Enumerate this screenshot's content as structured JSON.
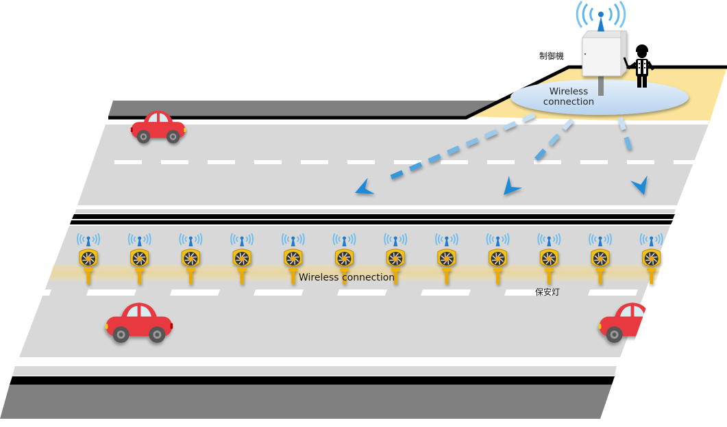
{
  "labels": {
    "controller": "制御機",
    "controller_wireless_line1": "Wireless",
    "controller_wireless_line2": "connection",
    "lights_wireless": "Wireless connection",
    "safety_light": "保安灯"
  },
  "colors": {
    "road": "#d8d8d8",
    "shoulder": "#808080",
    "curb": "#000000",
    "lane_marking": "#ffffff",
    "sidewalk": "#fbe49a",
    "signal_blue": "#1a8ad6",
    "car_red": "#e8393f",
    "light_yellow": "#f0b400",
    "ellipse_fill": "#cfe3f5"
  },
  "icons": {
    "controller": "controller-box-icon",
    "antenna": "antenna-icon",
    "worker": "worker-icon",
    "car": "car-icon",
    "safety_light": "safety-light-icon",
    "arrow": "arrow-icon"
  },
  "safety_light_count": 12,
  "arrow_count": 3,
  "car_count": 3
}
